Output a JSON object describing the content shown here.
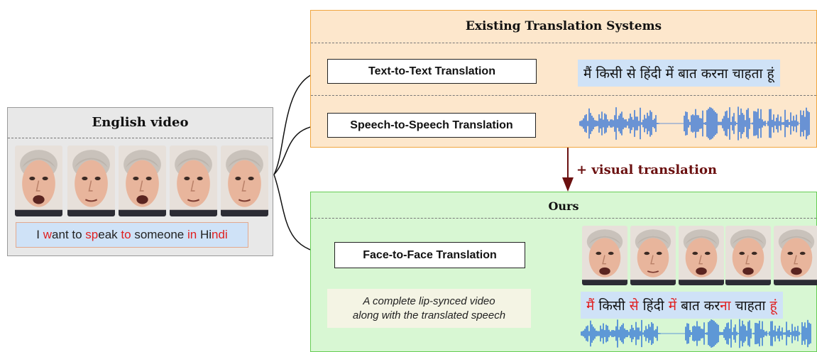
{
  "english_video": {
    "title": "English video",
    "caption_segments": [
      {
        "text": "I ",
        "hl": false
      },
      {
        "text": "w",
        "hl": true
      },
      {
        "text": "ant to ",
        "hl": false
      },
      {
        "text": "sp",
        "hl": true
      },
      {
        "text": "eak ",
        "hl": false
      },
      {
        "text": "to",
        "hl": true
      },
      {
        "text": " someone ",
        "hl": false
      },
      {
        "text": "in",
        "hl": true
      },
      {
        "text": " Hi",
        "hl": false
      },
      {
        "text": "ndi",
        "hl": true
      }
    ]
  },
  "existing": {
    "title": "Existing Translation Systems",
    "t2t_label": "Text-to-Text Translation",
    "s2s_label": "Speech-to-Speech Translation",
    "hindi_text": "मैं किसी से हिंदी में बात करना चाहता हूं"
  },
  "transition_label": "+ visual translation",
  "ours": {
    "title": "Ours",
    "f2f_label": "Face-to-Face Translation",
    "note_line1": "A complete lip-synced video",
    "note_line2": "along with the translated speech",
    "hindi_segments": [
      {
        "text": "मैं",
        "hl": true
      },
      {
        "text": " किसी ",
        "hl": false
      },
      {
        "text": "से",
        "hl": true
      },
      {
        "text": " हिंदी ",
        "hl": false
      },
      {
        "text": "में",
        "hl": true
      },
      {
        "text": " बात कर",
        "hl": false
      },
      {
        "text": "ना",
        "hl": true
      },
      {
        "text": " चाहता ",
        "hl": false
      },
      {
        "text": "हूं",
        "hl": true
      }
    ]
  },
  "colors": {
    "existing_fill": "#fde7cc",
    "existing_border": "#f0a640",
    "ours_fill": "#d8f7d3",
    "ours_border": "#66cc55",
    "caption_fill": "#cfe2f7",
    "highlight": "#e02020",
    "waveform": "#2a6fd8",
    "transition_text": "#6b1010"
  }
}
